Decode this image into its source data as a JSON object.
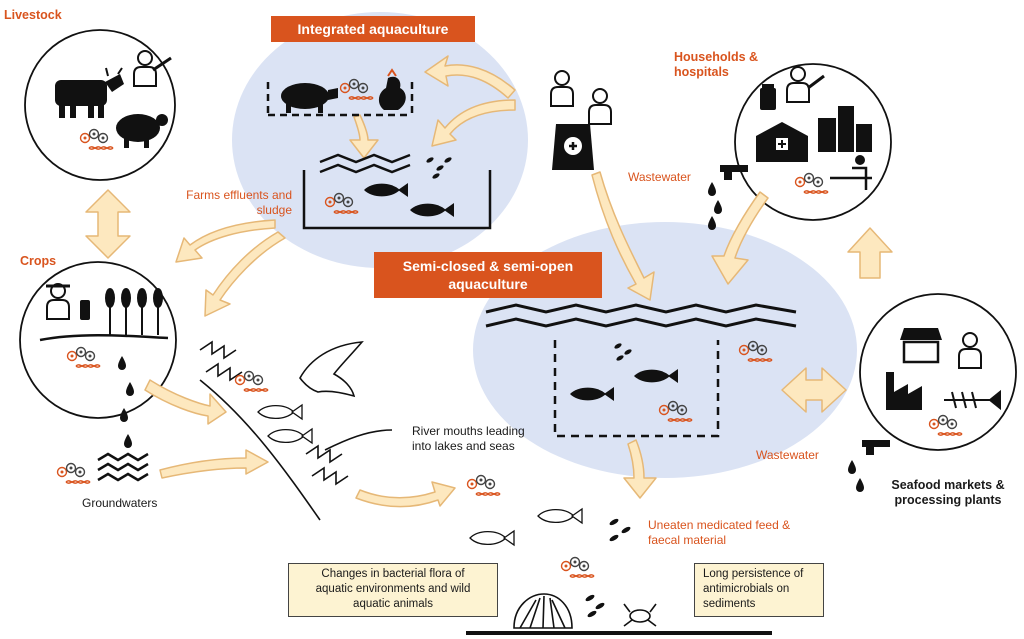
{
  "labels": {
    "livestock": "Livestock",
    "integrated_aquaculture": "Integrated aquaculture",
    "households_hospitals": "Households &\nhospitals",
    "farms_effluents": "Farms effluents and\nsludge",
    "crops": "Crops",
    "wastewater_top": "Wastewater",
    "semi_closed": "Semi-closed & semi-open\naquaculture",
    "river_mouths": "River mouths leading\ninto lakes and seas",
    "wastewater_right": "Wastewater",
    "groundwaters": "Groundwaters",
    "seafood_markets": "Seafood markets &\nprocessing plants",
    "uneaten_feed": "Uneaten medicated feed &\nfaecal material",
    "changes_flora": "Changes in bacterial flora of\naquatic environments and wild\naquatic animals",
    "long_persistence": "Long persistence of\nantimicrobials on\nsediments"
  },
  "colors": {
    "accent_orange": "#d9541e",
    "blob_blue": "#dbe3f4",
    "arrow_fill": "#fde8bf",
    "arrow_stroke": "#e6b877",
    "box_fill": "#fdf3d2"
  }
}
